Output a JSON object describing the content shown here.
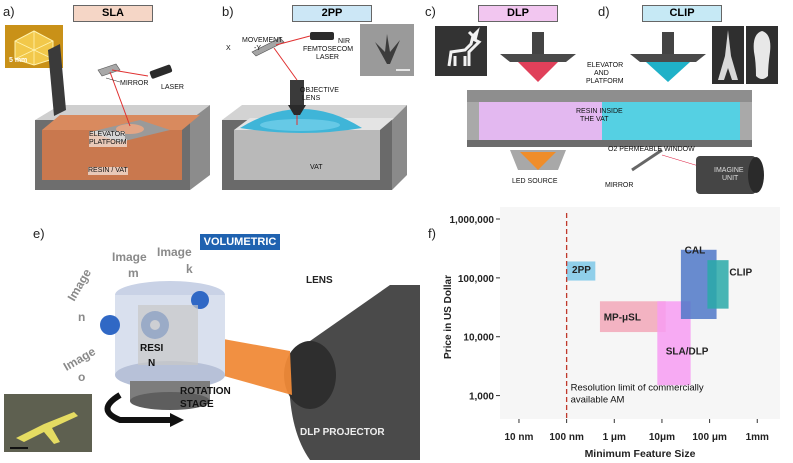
{
  "panels": {
    "a": {
      "letter": "a)",
      "tag": "SLA",
      "tag_color": "#f5d6c6",
      "labels": {
        "scale": "5 mm",
        "mirror": "MIRROR",
        "laser": "LASER",
        "elevator": "ELEVATOR",
        "platform": "PLATFORM",
        "resin": "RESIN / VAT"
      }
    },
    "b": {
      "letter": "b)",
      "tag": "2PP",
      "tag_color": "#cce7f6",
      "labels": {
        "movement": "MOVEMENT",
        "x": "X",
        "y": "-Y",
        "nir": "NIR",
        "femto": "FEMTOSECOM",
        "laser": "LASER",
        "objective": "OBJECTIVE",
        "lens": "LENS",
        "vat": "VAT"
      }
    },
    "c": {
      "letter": "c)",
      "tag": "DLP",
      "tag_color": "#f2c6f0",
      "labels": {
        "elevator": "ELEVATOR",
        "and": "AND",
        "platform": "PLATFORM",
        "resin": "RESIN INSIDE",
        "the_vat": "THE VAT",
        "led": "LED SOURCE"
      }
    },
    "d": {
      "letter": "d)",
      "tag": "CLIP",
      "tag_color": "#c6e9f5",
      "labels": {
        "window": "O2 PERMEABLE WINDOW",
        "mirror": "MIRROR",
        "imaging": "IMAGINE",
        "unit": "UNIT"
      }
    },
    "e": {
      "letter": "e)",
      "tag": "VOLUMETRIC",
      "tag_color": "#1f62b0",
      "labels": {
        "image": "Image",
        "m": "m",
        "k": "k",
        "n": "n",
        "o": "o",
        "resin1": "RESI",
        "resin2": "N",
        "rotation": "ROTATION",
        "stage": "STAGE",
        "lens": "LENS",
        "projector": "DLP PROJECTOR"
      }
    },
    "f": {
      "letter": "f)"
    }
  },
  "chart_data": {
    "type": "range-boxes",
    "xlabel": "Minimum Feature Size",
    "ylabel": "Price in US Dollar",
    "x_ticks": [
      "10 nm",
      "100 nm",
      "1 μm",
      "10μm",
      "100 μm",
      "1mm"
    ],
    "y_ticks": [
      "1,000,000",
      "100,000",
      "10,000",
      "1,000"
    ],
    "x_scale": "log",
    "y_scale": "log",
    "resolution_limit": {
      "x": "100 nm",
      "text1": "Resolution limit of commercially",
      "text2": "available AM"
    },
    "boxes": [
      {
        "name": "2PP",
        "x": [
          0.1,
          0.4
        ],
        "y": [
          90000,
          190000
        ],
        "color": "#7ec8e8"
      },
      {
        "name": "MP-μSL",
        "x": [
          0.5,
          12
        ],
        "y": [
          12000,
          40000
        ],
        "color": "#f2a7b8"
      },
      {
        "name": "SLA/DLP",
        "x": [
          8,
          40
        ],
        "y": [
          1500,
          40000
        ],
        "color": "#f79cf2"
      },
      {
        "name": "CAL",
        "x": [
          25,
          140
        ],
        "y": [
          20000,
          300000
        ],
        "color": "#4f78c8"
      },
      {
        "name": "CLIP",
        "x": [
          90,
          250
        ],
        "y": [
          30000,
          200000
        ],
        "color": "#29a9a8"
      }
    ]
  }
}
